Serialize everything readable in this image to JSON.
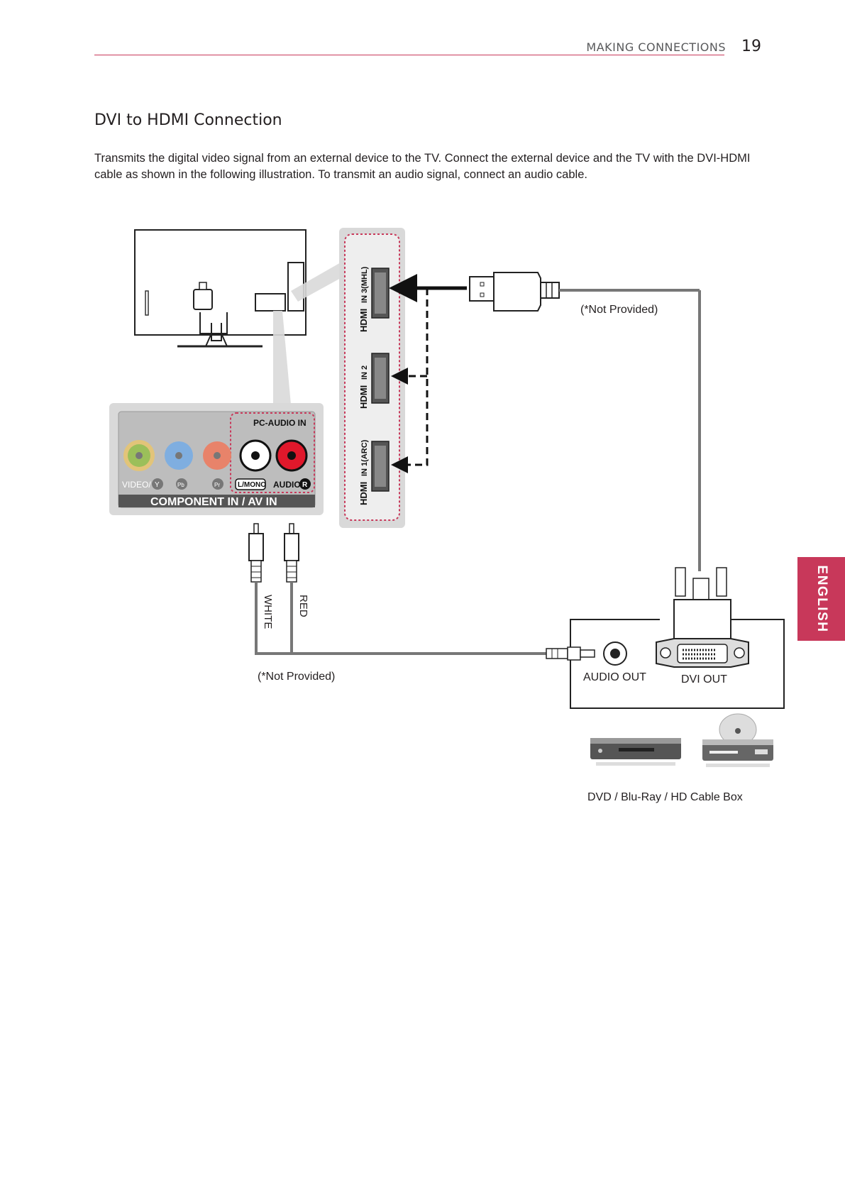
{
  "header": {
    "section": "MAKING CONNECTIONS",
    "page_number": "19"
  },
  "title": "DVI to HDMI Connection",
  "description": "Transmits the digital video signal from an external device to the TV. Connect the external device and the TV with the DVI-HDMI cable as shown in the following illustration. To transmit an audio signal, connect an audio cable.",
  "language_tab": "ENGLISH",
  "diagram": {
    "hdmi_ports": [
      {
        "logo": "HDMI",
        "label": "IN 3(MHL)"
      },
      {
        "logo": "HDMI",
        "label": "IN 2"
      },
      {
        "logo": "HDMI",
        "label": "IN 1(ARC)"
      }
    ],
    "av_panel": {
      "pc_audio_label": "PC-AUDIO IN",
      "video_label": "VIDEO/",
      "y_label": "Y",
      "pb_label": "Pb",
      "pr_label": "Pr",
      "lmono_label": "L/MONO",
      "audio_label": "AUDIO",
      "r_label": "R",
      "component_label": "COMPONENT IN / AV IN"
    },
    "cable_colors": {
      "white": "WHITE",
      "red": "RED"
    },
    "not_provided_hdmi": "(*Not Provided)",
    "not_provided_audio": "(*Not Provided)",
    "device_ports": {
      "audio_out": "AUDIO OUT",
      "dvi_out": "DVI OUT"
    },
    "device_caption": "DVD / Blu-Ray / HD Cable Box"
  }
}
